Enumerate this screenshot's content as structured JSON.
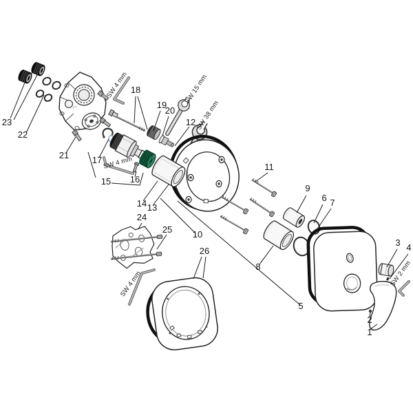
{
  "diagram": {
    "background": "#ffffff",
    "line_color": "#1a1a1a",
    "highlight_green": "#1c6e50",
    "highlight_blue": "#9cb8e8",
    "seal_black": "#101010",
    "parts": {
      "p1": "1",
      "p2": "2",
      "p3": "3",
      "p4": "4",
      "p5": "5",
      "p6": "6",
      "p7": "7",
      "p8": "8",
      "p9": "9",
      "p10": "10",
      "p11": "11",
      "p12": "12",
      "p13": "13",
      "p14": "14",
      "p15": "15",
      "p16": "16",
      "p17": "17",
      "p18": "18",
      "p19": "19",
      "p20": "20",
      "p21": "21",
      "p22": "22",
      "p23": "23",
      "p24": "24",
      "p25": "25",
      "p26": "26"
    },
    "tools": {
      "sw4_top": "SW 4 mm",
      "sw15": "SW 15 mm",
      "sw38": "SW 38 mm",
      "sw4_mid": "SW 4 mm",
      "sw4_bottom": "SW 4 mm",
      "sw2": "SW 2 mm"
    }
  }
}
